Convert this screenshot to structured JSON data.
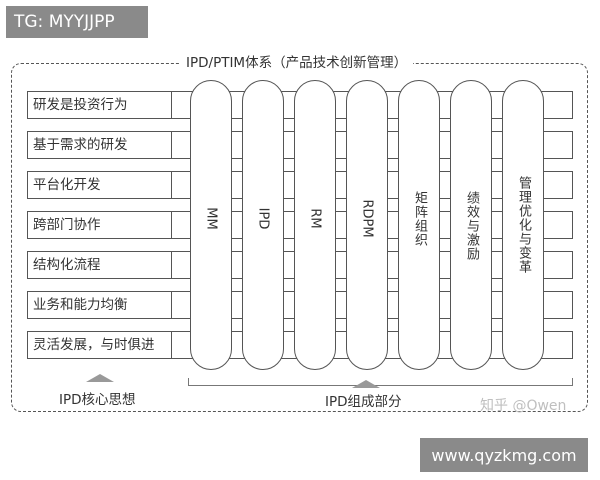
{
  "watermark_top": "TG: MYYJJPP",
  "watermark_bottom": "www.qyzkmg.com",
  "frame_title": "IPD/PTIM体系（产品技术创新管理）",
  "core_items": [
    "研发是投资行为",
    "基于需求的研发",
    "平台化开发",
    "跨部门协作",
    "结构化流程",
    "业务和能力均衡",
    "灵活发展，与时俱进"
  ],
  "pillars": [
    "MM",
    "IPD",
    "RM",
    "RDPM",
    "矩阵组织",
    "绩效与激励",
    "管理优化与变革"
  ],
  "core_caption": "IPD核心思想",
  "parts_caption": "IPD组成部分",
  "credit": "知乎 @Owen"
}
